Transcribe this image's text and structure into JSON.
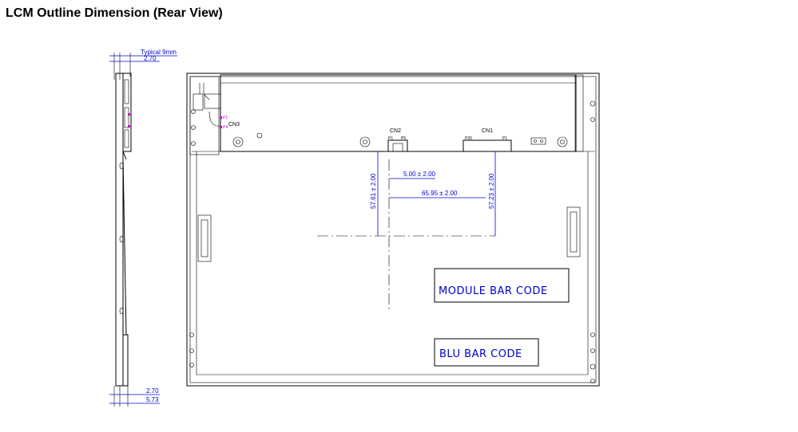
{
  "title": "LCM Outline Dimension (Rear View)",
  "side_view": {
    "top_dim_typical": "Typical 9mm",
    "top_dim_value": "2.70",
    "bottom_dim_1": "2.70",
    "bottom_dim_2": "5.73"
  },
  "rear_view": {
    "cn1_label": "CN1",
    "cn2_label": "CN2",
    "cn3_label": "CN3",
    "cn1_p20": "P20",
    "cn1_p1": "P1",
    "cn2_p1": "P1",
    "cn2_p5": "P5",
    "cn3_p1": "P1",
    "cn3_p4": "P4",
    "dim_500": "5.00 ± 2.00",
    "dim_6595": "65.95 ± 2.00",
    "dim_5761": "57.61 ± 2.00",
    "dim_5723": "57.23 ± 2.00",
    "module_bar_code": "MODULE BAR CODE",
    "blu_bar_code": "BLU BAR CODE"
  }
}
